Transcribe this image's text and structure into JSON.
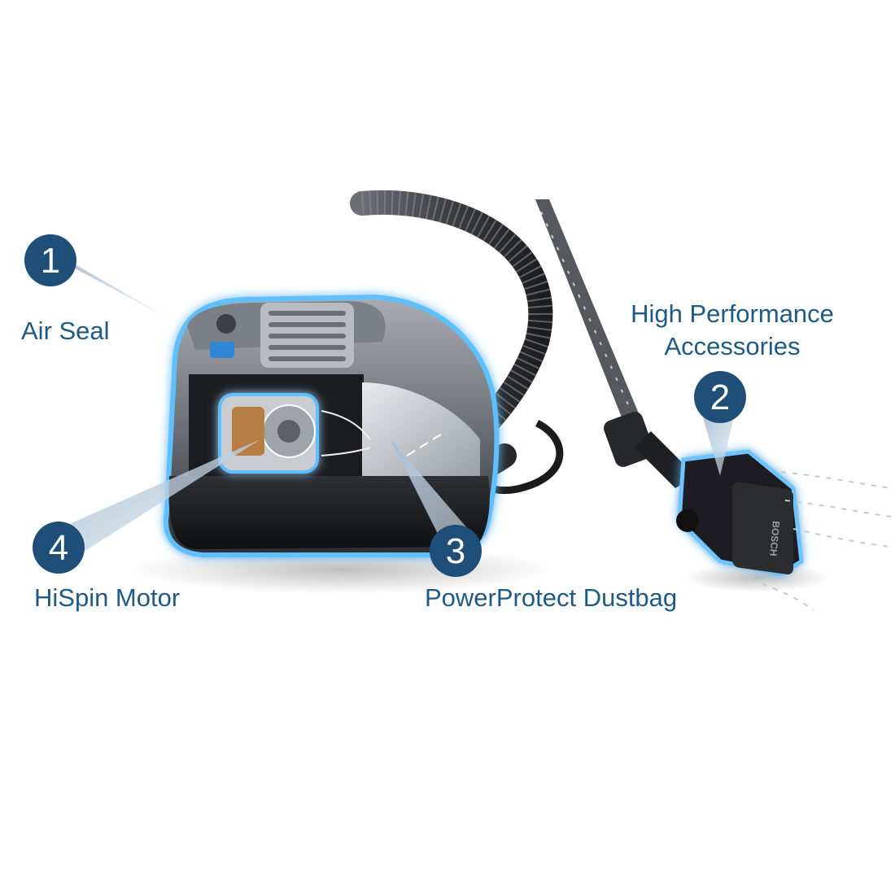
{
  "callouts": [
    {
      "number": "1",
      "label": "Air Seal"
    },
    {
      "number": "2",
      "label_line1": "High Performance",
      "label_line2": "Accessories"
    },
    {
      "number": "3",
      "label": "PowerProtect Dustbag"
    },
    {
      "number": "4",
      "label": "HiSpin Motor"
    }
  ],
  "product": {
    "brand_mark": "BOSCH"
  },
  "colors": {
    "badge": "#1f4e79",
    "label_text": "#1f5a86",
    "glow": "#4fb3ff",
    "pointer": "#b7cde0",
    "body_dark": "#2b2d31",
    "body_silver": "#8c9096"
  }
}
